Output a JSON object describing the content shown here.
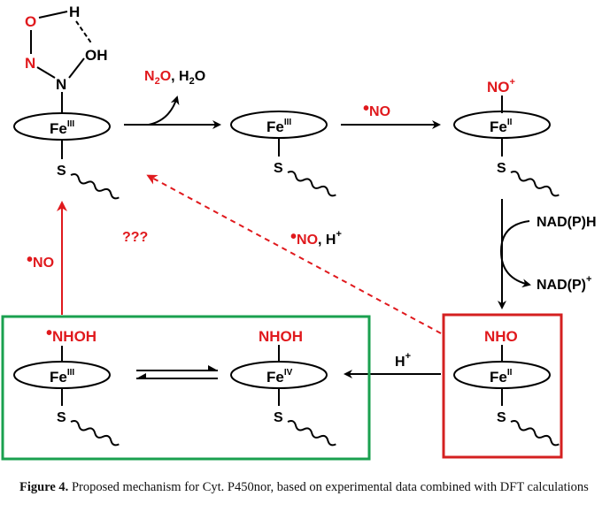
{
  "colors": {
    "red": "#e0191d",
    "black": "#000000",
    "green": "#1aa04f",
    "box_red": "#d42020"
  },
  "species": {
    "top_left": {
      "fe_sup": "III",
      "ligand": [
        "O",
        "H",
        "N",
        "OH",
        "N"
      ]
    },
    "top_mid": {
      "fe_sup": "III"
    },
    "top_right": {
      "fe_sup": "II",
      "ligand": "NO",
      "ligand_sup": "+"
    },
    "bot_right": {
      "fe_sup": "II",
      "ligand": "NHO"
    },
    "bot_mid": {
      "fe_sup": "IV",
      "ligand": "NHOH"
    },
    "bot_left": {
      "fe_sup": "III",
      "ligand": "NHOH",
      "radical": "•"
    }
  },
  "fe_label": "Fe",
  "s_label": "S",
  "labels": {
    "n2o_h2o": {
      "n": "N",
      "sub1": "2",
      "o": "O",
      "sep": ", ",
      "h": "H",
      "sub2": "2",
      "o2": "O"
    },
    "no_radical_top": {
      "dot": "•",
      "text": "NO"
    },
    "nadph": "NAD(P)H",
    "nadp": "NAD(P)",
    "nadp_sup": "+",
    "h_plus": {
      "text": "H",
      "sup": "+"
    },
    "no_h_plus": {
      "dot": "•",
      "text": "NO",
      "sep": ", ",
      "h": "H",
      "sup": "+"
    },
    "no_radical_left": {
      "dot": "•",
      "text": "NO"
    },
    "question": "???"
  },
  "caption": {
    "label": "Figure 4.",
    "text": " Proposed mechanism for Cyt. P450nor, based on experimental data combined with DFT calculations"
  }
}
